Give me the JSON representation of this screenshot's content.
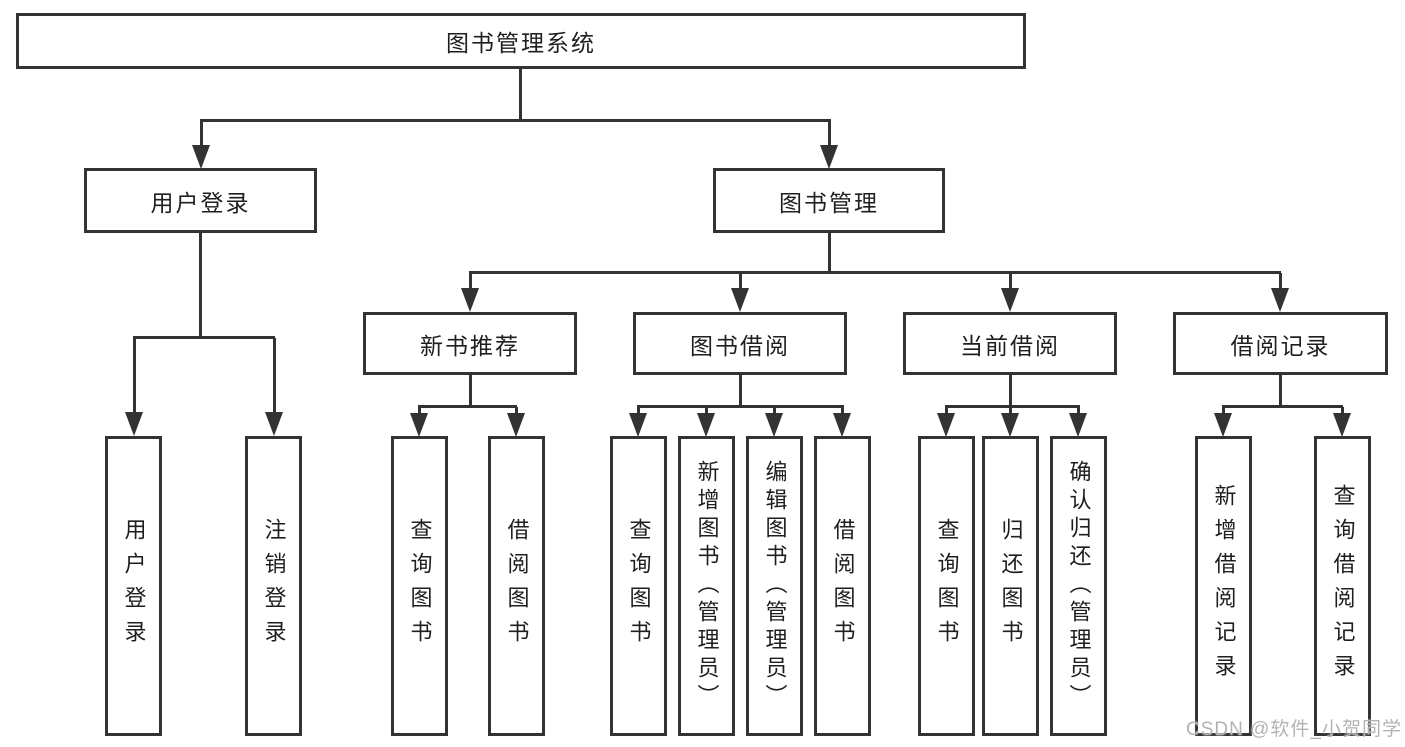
{
  "diagram": {
    "colors": {
      "background": "#ffffff",
      "line": "#333333",
      "text": "#1f1f1f",
      "watermark": "#b3b3b3"
    },
    "watermark": "CSDN @软件_小贺同学",
    "root": {
      "label": "图书管理系统"
    },
    "branches": [
      {
        "label": "用户登录",
        "leaves": [
          "用户登录",
          "注销登录"
        ]
      },
      {
        "label": "图书管理",
        "groups": [
          {
            "label": "新书推荐",
            "leaves": [
              "查询图书",
              "借阅图书"
            ]
          },
          {
            "label": "图书借阅",
            "leaves": [
              "查询图书",
              "新增图书（管理员）",
              "编辑图书（管理员）",
              "借阅图书"
            ]
          },
          {
            "label": "当前借阅",
            "leaves": [
              "查询图书",
              "归还图书",
              "确认归还（管理员）"
            ]
          },
          {
            "label": "借阅记录",
            "leaves": [
              "新增借阅记录",
              "查询借阅记录"
            ]
          }
        ]
      }
    ]
  }
}
